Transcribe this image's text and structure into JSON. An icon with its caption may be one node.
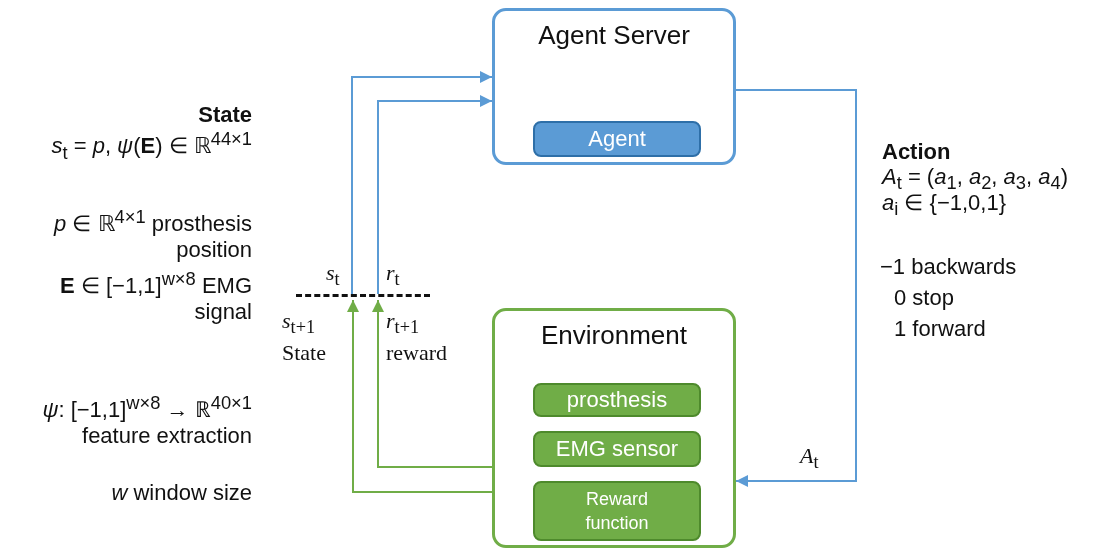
{
  "diagram": {
    "nodes": [
      {
        "text": [
          "Agent Server"
        ]
      },
      {
        "text": [
          "Agent"
        ],
        "in": 0
      },
      {
        "text": [
          "Environment"
        ]
      },
      {
        "text": [
          "prosthesis"
        ],
        "in": 2
      },
      {
        "text": [
          "EMG sensor"
        ],
        "in": 2
      },
      {
        "text": [
          "Reward function"
        ],
        "in": 2
      },
      {
        "text": [],
        "shape": "bar"
      }
    ],
    "edges": [
      {
        "from": 6,
        "to": 0,
        "arrow": "to",
        "label": "*s*$_{t}$"
      },
      {
        "from": 6,
        "to": 0,
        "arrow": "to",
        "label": "*r*$_{t}$"
      },
      {
        "from": 2,
        "to": 6,
        "arrow": "to",
        "label": "*s*$_{t+1}$ State",
        "color": "#70ad47"
      },
      {
        "from": 2,
        "to": 6,
        "arrow": "to",
        "label": "*r*$_{t+1}$ reward",
        "color": "#70ad47"
      },
      {
        "from": 0,
        "to": 2,
        "arrow": "to",
        "label": "*A*$_{t}$"
      }
    ],
    "labels": [
      "State",
      "*s*$_{t}$ = *p*, *ψ*(**E**) ∈ ℝ$^{44×1}$",
      "*p* ∈ ℝ$^{4×1}$ prosthesis position",
      "**E** ∈ [−1,1]$^{w×8}$ EMG signal",
      "*ψ*: [−1,1]$^{w×8}$ → ℝ$^{40×1}$ feature extraction",
      "*w* window size",
      "Action",
      "*A*$_{t}$ = (*a*$_{1}$, *a*$_{2}$, *a*$_{3}$, *a*$_{4}$)",
      "*a*$_{i}$ ∈ {−1,0,1}",
      "−1 backwards",
      "0 stop",
      "1 forward"
    ]
  }
}
